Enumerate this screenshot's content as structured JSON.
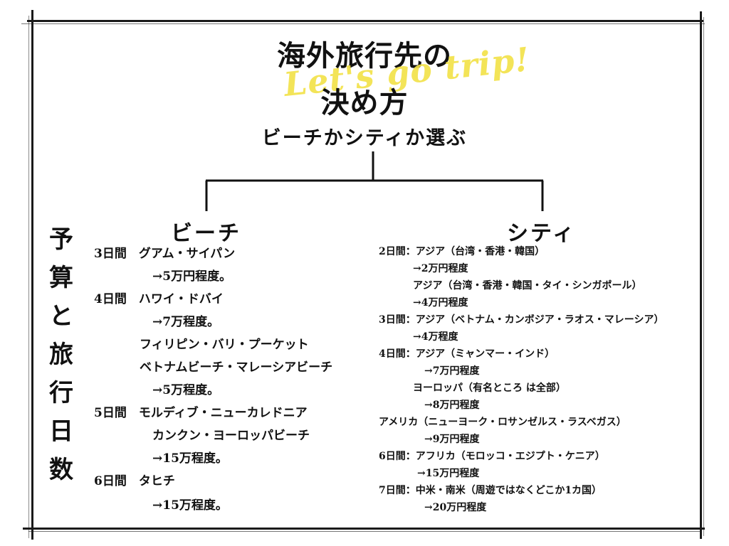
{
  "title": {
    "line1": "海外旅行先の",
    "script": "Let's go trip!",
    "line2": "決め方"
  },
  "subtitle": "ビーチかシティか選ぶ",
  "side_label": [
    "予",
    "算",
    "と",
    "旅",
    "行",
    "日",
    "数"
  ],
  "beach": {
    "heading": "ビーチ",
    "lines": [
      "3日間　グアム・サイパン",
      "→5万円程度。",
      "4日間　ハワイ・ドバイ",
      "→7万程度。",
      "フィリピン・バリ・プーケット",
      "ベトナムビーチ・マレーシアビーチ",
      "→5万程度。",
      "5日間　モルディブ・ニューカレドニア",
      "カンクン・ヨーロッパビーチ",
      "→15万程度。",
      "6日間　タヒチ",
      "→15万程度。"
    ]
  },
  "city": {
    "heading": "シティ",
    "lines": [
      "2日間：アジア（台湾・香港・韓国）",
      "→2万円程度",
      "アジア（台湾・香港・韓国・タイ・シンガポール）",
      "→4万円程度",
      "3日間：アジア（ベトナム・カンボジア・ラオス・マレーシア）",
      "→4万程度",
      "4日間：アジア（ミャンマー・インド）",
      "→7万円程度",
      "ヨーロッパ（有名ところ は全部）",
      "→8万円程度",
      "アメリカ（ニューヨーク・ロサンゼルス・ラスベガス）",
      "→9万円程度",
      "6日間：アフリカ（モロッコ・エジプト・ケニア）",
      "→15万円程度",
      "7日間：中米・南米（周遊ではなくどこか1カ国）",
      "→20万円程度"
    ]
  }
}
